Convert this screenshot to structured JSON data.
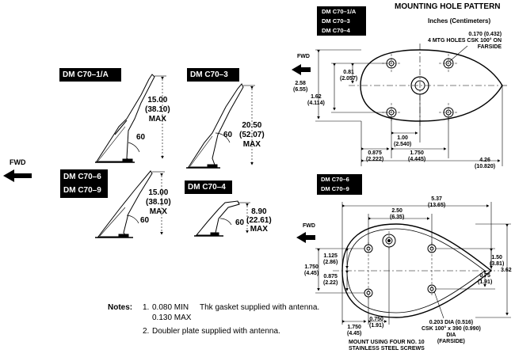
{
  "header": {
    "title": "MOUNTING HOLE PATTERN",
    "units": "Inches (Centimeters)"
  },
  "fwd_label": "FWD",
  "model_labels": {
    "top_pattern": [
      "DM C70–1/A",
      "DM C70–3",
      "DM C70–4"
    ],
    "bottom_pattern": [
      "DM C70–6",
      "DM C70–9"
    ],
    "c70_1a": "DM C70–1/A",
    "c70_3": "DM C70–3",
    "c70_4": "DM C70–4",
    "c70_6_9": [
      "DM C70–6",
      "DM C70–9"
    ]
  },
  "antenna_dims": {
    "c70_1a": {
      "height": "15.00",
      "height_cm": "(38.10)",
      "max": "MAX",
      "angle": "60"
    },
    "c70_3": {
      "height": "20.50",
      "height_cm": "(52.07)",
      "max": "MAX",
      "angle": "60"
    },
    "c70_6_9": {
      "height": "15.00",
      "height_cm": "(38.10)",
      "max": "MAX",
      "angle": "60"
    },
    "c70_4": {
      "height": "8.90",
      "height_cm": "(22.61)",
      "max": "MAX",
      "angle": "60"
    }
  },
  "top_pattern_dims": {
    "hole_note": [
      "0.170 (0.432)",
      "4 MTG HOLES CSK 100° ON",
      "FARSIDE"
    ],
    "d_0_81": [
      "0.81",
      "(2.057)"
    ],
    "d_2_58": [
      "2.58",
      "(6.55)"
    ],
    "d_1_62": [
      "1.62",
      "(4.114)"
    ],
    "d_1_00": [
      "1.00",
      "(2.540)"
    ],
    "d_0_875": [
      "0.875",
      "(2.222)"
    ],
    "d_1_750": [
      "1.750",
      "(4.445)"
    ],
    "d_4_26": [
      "4.26",
      "(10.820)"
    ]
  },
  "bottom_pattern_dims": {
    "d_5_37": [
      "5.37",
      "(13.65)"
    ],
    "d_2_50": [
      "2.50",
      "(6.35)"
    ],
    "d_1_125": [
      "1.125",
      "(2.86)"
    ],
    "d_1_750_left": [
      "1.750",
      "(4.45)"
    ],
    "d_0_875": [
      "0.875",
      "(2.22)"
    ],
    "d_1_50": [
      "1.50",
      "(3.81)"
    ],
    "d_0_75": [
      "0.75",
      "(1.91)"
    ],
    "d_3_62": "3.62",
    "d_1_750_bottom": [
      "1.750",
      "(4.45)"
    ],
    "d_0_750": [
      "0.750",
      "(1.91)"
    ],
    "hole_note": [
      "0.203 DIA (0.516)",
      "CSK 100° x 390 (0.990)",
      "DIA",
      "(FARSIDE)"
    ],
    "mount_note": [
      "MOUNT USING FOUR NO. 10",
      "STAINLESS STEEL SCREWS"
    ]
  },
  "notes": {
    "title": "Notes:",
    "n1_num": "1.",
    "n1_min": "0.080 MIN",
    "n1_text": "Thk gasket supplied with antenna.",
    "n1_max": "0.130 MAX",
    "n2_num": "2.",
    "n2_text": "Doubler plate supplied with antenna."
  }
}
